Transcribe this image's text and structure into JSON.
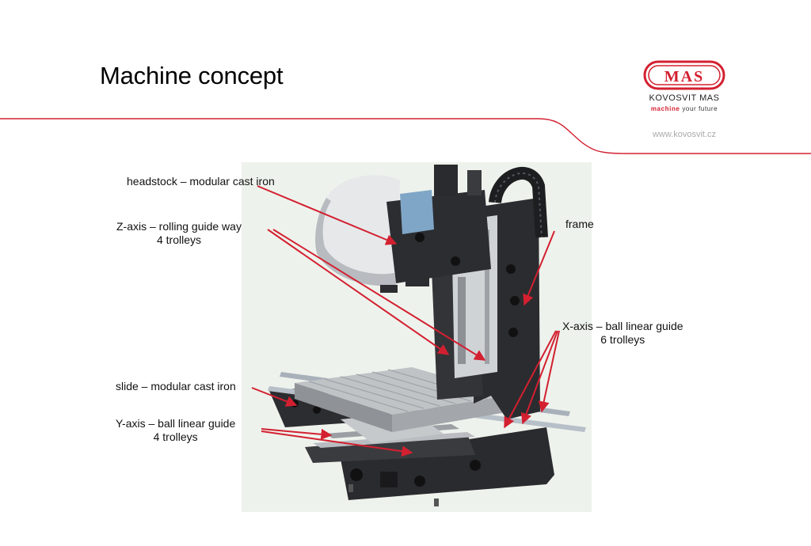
{
  "slide": {
    "title": "Machine concept"
  },
  "brand": {
    "logo_text": "MAS",
    "name": "KOVOSVIT MAS",
    "tagline_accent": "machine",
    "tagline_rest": " your future",
    "website": "www.kovosvit.cz",
    "accent_color": "#d32030"
  },
  "labels": {
    "headstock": "headstock – modular cast iron",
    "z_axis_line1": "Z-axis  – rolling guide way",
    "z_axis_line2": "4 trolleys",
    "frame": "frame",
    "x_axis_line1": "X-axis – ball linear guide",
    "x_axis_line2": "6 trolleys",
    "slide": "slide – modular cast iron",
    "y_axis_line1": "Y-axis  – ball linear guide",
    "y_axis_line2": "4 trolleys"
  },
  "colors": {
    "arrow": "#d32030",
    "header_line": "#d32030",
    "figure_background": "#eef2ec"
  }
}
